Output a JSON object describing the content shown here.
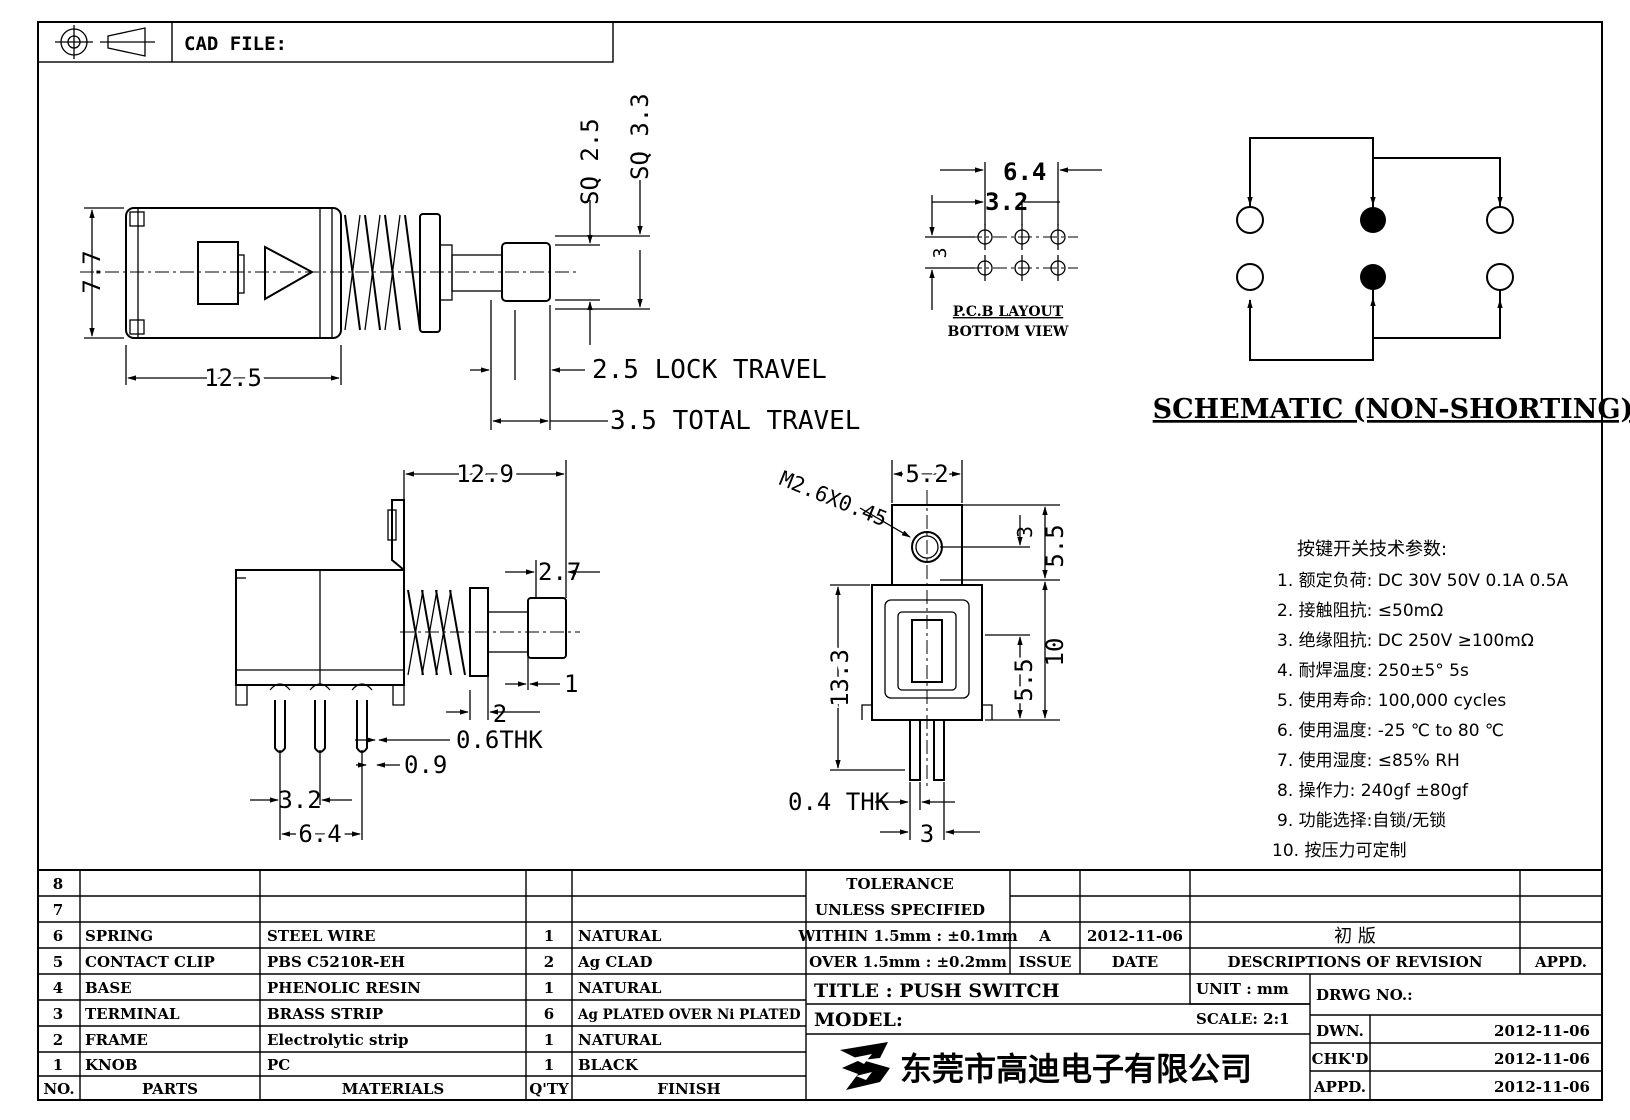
{
  "header": {
    "cad_file_label": "CAD FILE:"
  },
  "top_view": {
    "width_dim": "12.5",
    "height_dim": "7.7",
    "sq_small": "SQ 2.5",
    "sq_large": "SQ 3.3",
    "lock_travel": "2.5 LOCK TRAVEL",
    "total_travel": "3.5 TOTAL TRAVEL"
  },
  "pcb_layout": {
    "dim_outer": "6.4",
    "dim_inner": "3.2",
    "dim_row": "3",
    "title_line1": "P.C.B LAYOUT",
    "title_line2": "BOTTOM VIEW"
  },
  "schematic": {
    "title": "SCHEMATIC (NON-SHORTING)"
  },
  "side_view": {
    "overall_dim": "12.9",
    "dim_2_7": "2.7",
    "dim_1": "1",
    "dim_2": "2",
    "thk": "0.6THK",
    "dim_0_9": "0.9",
    "pitch_small": "3.2",
    "pitch_large": "6.4"
  },
  "front_view": {
    "thread": "M2.6X0.45",
    "dim_5_2": "5.2",
    "dim_3_top": "3",
    "dim_5_5_top": "5.5",
    "dim_13_3": "13.3",
    "dim_10": "10",
    "dim_5_5_low": "5.5",
    "thk": "0.4 THK",
    "dim_3_bottom": "3"
  },
  "specs": {
    "heading": "按键开关技术参数:",
    "items": [
      "1. 额定负荷: DC 30V 50V    0.1A  0.5A",
      "2. 接触阻抗: ≤50mΩ",
      "3. 绝缘阻抗: DC 250V  ≥100mΩ",
      "4. 耐焊温度: 250±5°    5s",
      "5. 使用寿命: 100,000 cycles",
      "6. 使用温度: -25 ℃  to 80 ℃",
      "7. 使用湿度: ≤85% RH",
      "8. 操作力: 240gf  ±80gf",
      "9. 功能选择:自锁/无锁",
      "10. 按压力可定制"
    ]
  },
  "bom": {
    "rows": [
      {
        "no": "8",
        "part": "",
        "material": "",
        "qty": "",
        "finish": ""
      },
      {
        "no": "7",
        "part": "",
        "material": "",
        "qty": "",
        "finish": ""
      },
      {
        "no": "6",
        "part": "SPRING",
        "material": "STEEL WIRE",
        "qty": "1",
        "finish": "NATURAL"
      },
      {
        "no": "5",
        "part": "CONTACT CLIP",
        "material": "PBS C5210R-EH",
        "qty": "2",
        "finish": "Ag CLAD"
      },
      {
        "no": "4",
        "part": "BASE",
        "material": "PHENOLIC RESIN",
        "qty": "1",
        "finish": "NATURAL"
      },
      {
        "no": "3",
        "part": "TERMINAL",
        "material": "BRASS STRIP",
        "qty": "6",
        "finish": "Ag PLATED OVER Ni PLATED"
      },
      {
        "no": "2",
        "part": "FRAME",
        "material": "Electrolytic strip",
        "qty": "1",
        "finish": "NATURAL"
      },
      {
        "no": "1",
        "part": "KNOB",
        "material": "PC",
        "qty": "1",
        "finish": "BLACK"
      }
    ],
    "header": {
      "no": "NO.",
      "part": "PARTS",
      "material": "MATERIALS",
      "qty": "Q'TY",
      "finish": "FINISH"
    }
  },
  "title_block": {
    "tolerance_line1": "TOLERANCE",
    "tolerance_line2": "UNLESS  SPECIFIED",
    "within": "WITHIN 1.5mm : ±0.1mm",
    "over": "OVER 1.5mm : ±0.2mm",
    "issue_value": "A",
    "issue_label": "ISSUE",
    "date_value": "2012-11-06",
    "date_label": "DATE",
    "revision_value": "初 版",
    "revision_label": "DESCRIPTIONS OF REVISION",
    "appd_label": "APPD.",
    "title": "TITLE :  PUSH SWITCH",
    "unit": "UNIT :  mm",
    "scale": "SCALE:  2:1",
    "drwg_no": "DRWG NO.:",
    "model": "MODEL:",
    "company": "东莞市高迪电子有限公司",
    "dwn_label": "DWN.",
    "dwn_date": "2012-11-06",
    "chkd_label": "CHK'D",
    "chkd_date": "2012-11-06",
    "appd2_label": "APPD.",
    "appd_date": "2012-11-06"
  }
}
